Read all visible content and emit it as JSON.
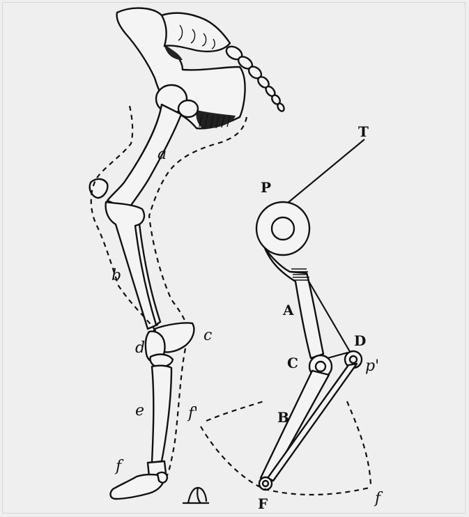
{
  "labels": {
    "a": "a",
    "b": "b",
    "c": "c",
    "d": "d",
    "e": "e",
    "f": "f",
    "T": "T",
    "P": "P",
    "A": "A",
    "D": "D",
    "C": "C",
    "p_prime": "p'",
    "f_prime": "f'",
    "B": "B",
    "F": "F",
    "f_right": "f"
  },
  "colors": {
    "ink": "#111111",
    "paper": "#efefef",
    "bone": "#f4f4f4"
  }
}
